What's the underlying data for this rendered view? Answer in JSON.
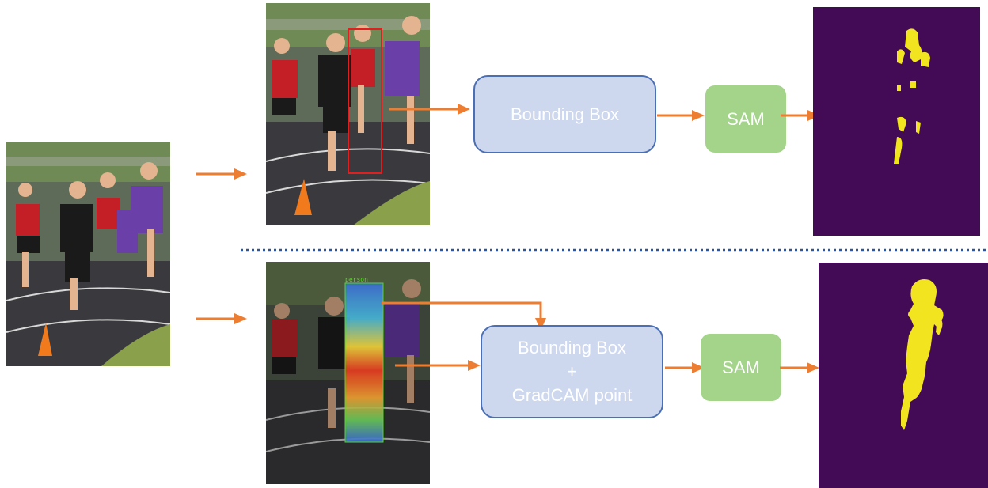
{
  "colors": {
    "arrow": "#ed7d31",
    "box_fill": "#cdd8ef",
    "box_border": "#4a6fb5",
    "sam_fill": "#a3d48a",
    "mask_background": "#430a55",
    "mask_foreground": "#f2e51f",
    "divider": "#2e5597",
    "bbox": "#e02020",
    "detector_box": "#5bd62a"
  },
  "top_row": {
    "box": {
      "label": "Bounding Box"
    },
    "sam": {
      "label": "SAM"
    }
  },
  "bottom_row": {
    "box": {
      "line1": "Bounding Box",
      "line2": "+",
      "line3": "GradCAM point"
    },
    "sam": {
      "label": "SAM"
    },
    "detection_label": "person"
  }
}
